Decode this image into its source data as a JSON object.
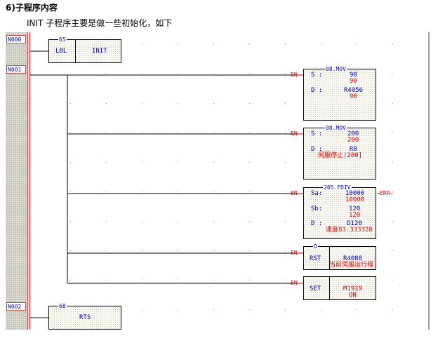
{
  "heading": "6)子程序内容",
  "subtitle": "INIT 子程序主要是做一些初始化，如下",
  "rungs": [
    {
      "label": "N000"
    },
    {
      "label": "N001"
    },
    {
      "label": "N002"
    }
  ],
  "en_label": "EN",
  "err_label": "ERR",
  "instr": {
    "lbl": {
      "num": "65",
      "op": "LBL",
      "arg": "INIT"
    },
    "mov1": {
      "title": "08.MOV",
      "s_label": "S :",
      "s_val": "90",
      "s_cur": "90",
      "d_label": "D :",
      "d_val": "R4056",
      "d_cur": "90"
    },
    "mov2": {
      "title": "08.MOV",
      "s_label": "S :",
      "s_val": "200",
      "s_cur": "200",
      "d_label": "D :",
      "d_val": "R0",
      "d_cur": "伺服停止|200]"
    },
    "fdiv": {
      "title": "205.FDIV",
      "sa_label": "Sa:",
      "sa_val": "10000",
      "sa_cur": "10000",
      "sb_label": "Sb:",
      "sb_val": "120",
      "sb_cur": "120",
      "d_label": "D :",
      "d_val": "D120",
      "d_cur": "速度83.333328"
    },
    "rst": {
      "title": "D",
      "op": "RST",
      "arg": "R4088",
      "comment": "当前伺服运行程"
    },
    "set": {
      "op": "SET",
      "arg": "M1919",
      "state": "ON"
    },
    "rts": {
      "num": "68",
      "op": "RTS"
    }
  }
}
